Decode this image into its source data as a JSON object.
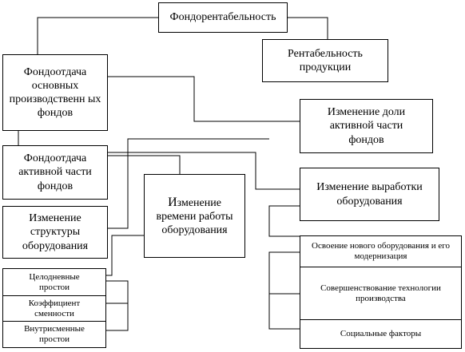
{
  "nodes": {
    "root": "Фондорентабельность",
    "product_profitability": "Рентабельность продукции",
    "fixed_assets_return": "Фондоотдача основных производственн ых фондов",
    "active_share_change": "Изменение доли активной части фондов",
    "active_assets_return": "Фондоотдача активной части фондов",
    "output_change": "Изменение выработки оборудования",
    "structure_change": "Изменение структуры оборудования",
    "work_time_change": "Изменение времени работы оборудования"
  },
  "left_stack": [
    "Целодневные простои",
    "Коэффициент сменности",
    "Внутрисменные простои"
  ],
  "right_stack": [
    "Освоение нового оборудования и его модернизация",
    "Совершенствование технологии производства",
    "Социальные факторы"
  ]
}
